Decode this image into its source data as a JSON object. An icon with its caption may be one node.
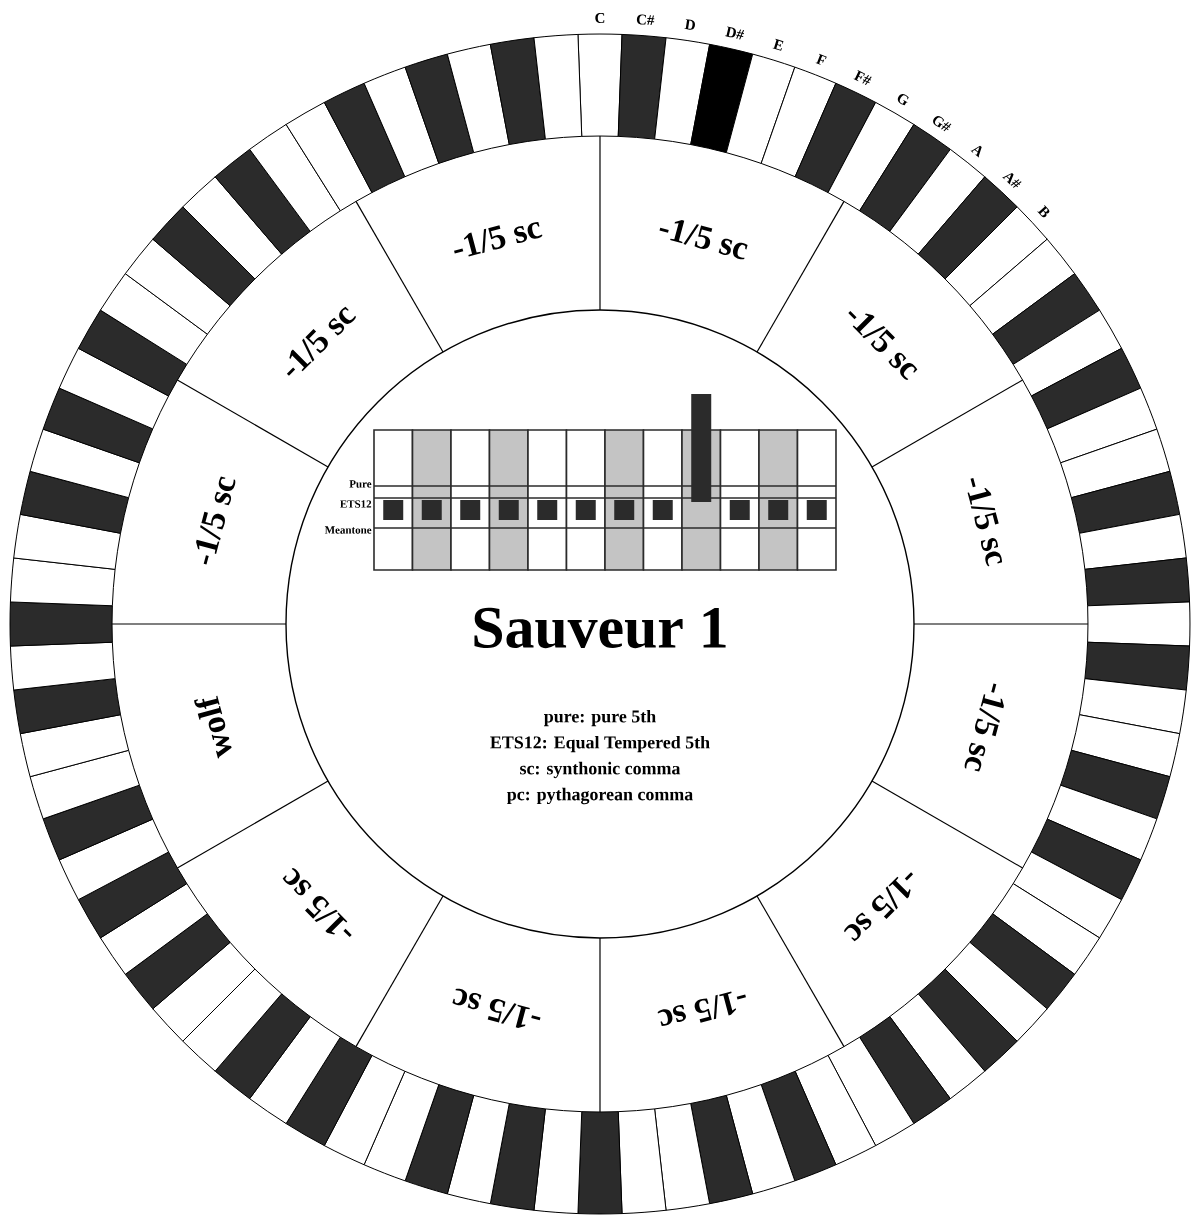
{
  "diagram": {
    "title": "Sauveur 1",
    "labels": [
      "C",
      "C#",
      "D",
      "D#",
      "E",
      "F",
      "F#",
      "G",
      "G#",
      "A",
      "A#",
      "B",
      "-1/5 sc",
      "-1/5 sc",
      "-1/5 sc",
      "-1/5 sc",
      "-1/5 sc",
      "-1/5 sc",
      "-1/5 sc",
      "-1/5 sc",
      "-1/5 sc",
      "wolf",
      "-1/5 sc",
      "-1/5 sc",
      "Pure",
      "ETS12",
      "Meantone",
      "pure: pure 5th",
      "ETS12: Equal Tempered 5th",
      "sc: synthonic comma",
      "pc: pythagorean comma"
    ]
  }
}
